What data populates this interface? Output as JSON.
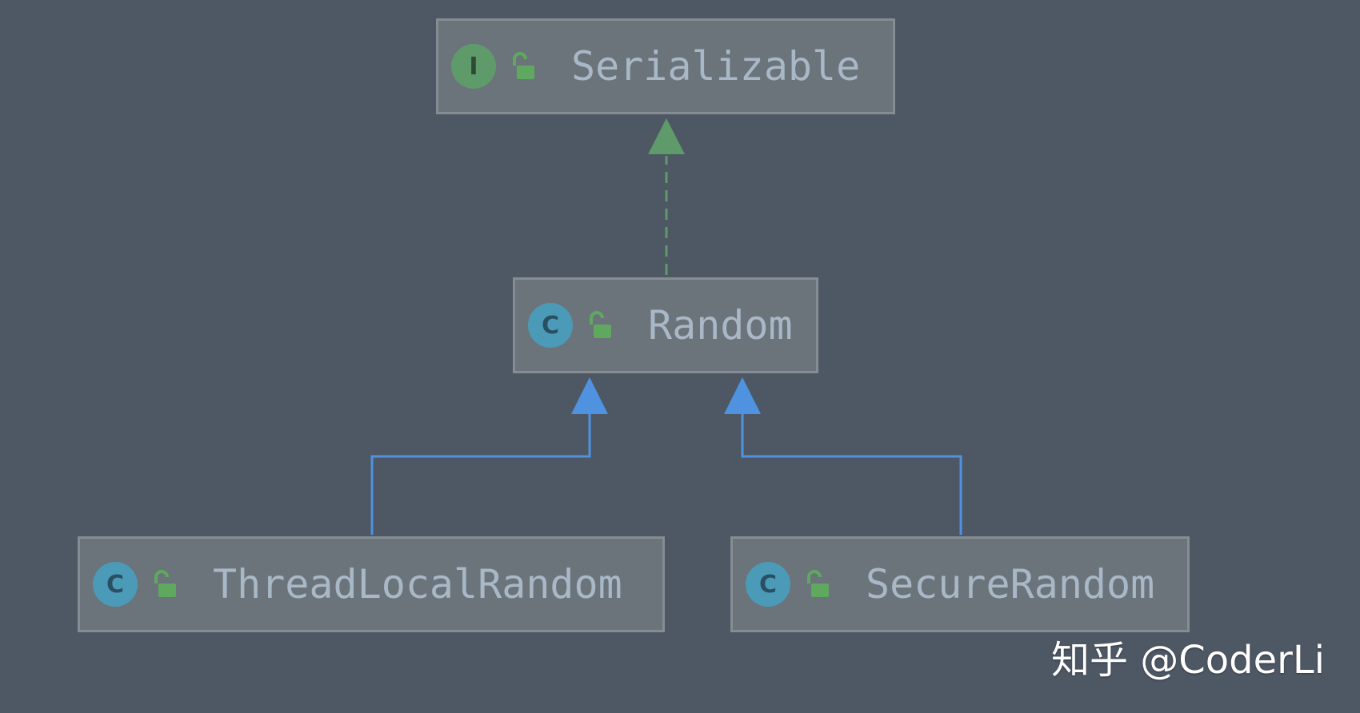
{
  "colors": {
    "background": "#4e5764",
    "node_fill": "#6b737b",
    "node_border": "#858c93",
    "label_text": "#a9b8c6",
    "interface_badge": "#5f9a6a",
    "interface_badge_text": "#2e4a35",
    "class_badge": "#4b9bb8",
    "class_badge_text": "#2a4f63",
    "lock": "#5fa85f",
    "implements_edge": "#5f9a6a",
    "extends_edge": "#4f93e0"
  },
  "nodes": [
    {
      "id": "serializable",
      "kind": "interface",
      "badge": "I",
      "lock_icon": "unlocked-lock-icon",
      "label": "Serializable"
    },
    {
      "id": "random",
      "kind": "class",
      "badge": "C",
      "lock_icon": "unlocked-lock-icon",
      "label": "Random"
    },
    {
      "id": "threadlocalrandom",
      "kind": "class",
      "badge": "C",
      "lock_icon": "unlocked-lock-icon",
      "label": "ThreadLocalRandom"
    },
    {
      "id": "securerandom",
      "kind": "class",
      "badge": "C",
      "lock_icon": "unlocked-lock-icon",
      "label": "SecureRandom"
    }
  ],
  "edges": [
    {
      "from": "random",
      "to": "serializable",
      "type": "implements",
      "style": "dashed"
    },
    {
      "from": "threadlocalrandom",
      "to": "random",
      "type": "extends",
      "style": "solid"
    },
    {
      "from": "securerandom",
      "to": "random",
      "type": "extends",
      "style": "solid"
    }
  ],
  "watermark": "知乎 @CoderLi"
}
